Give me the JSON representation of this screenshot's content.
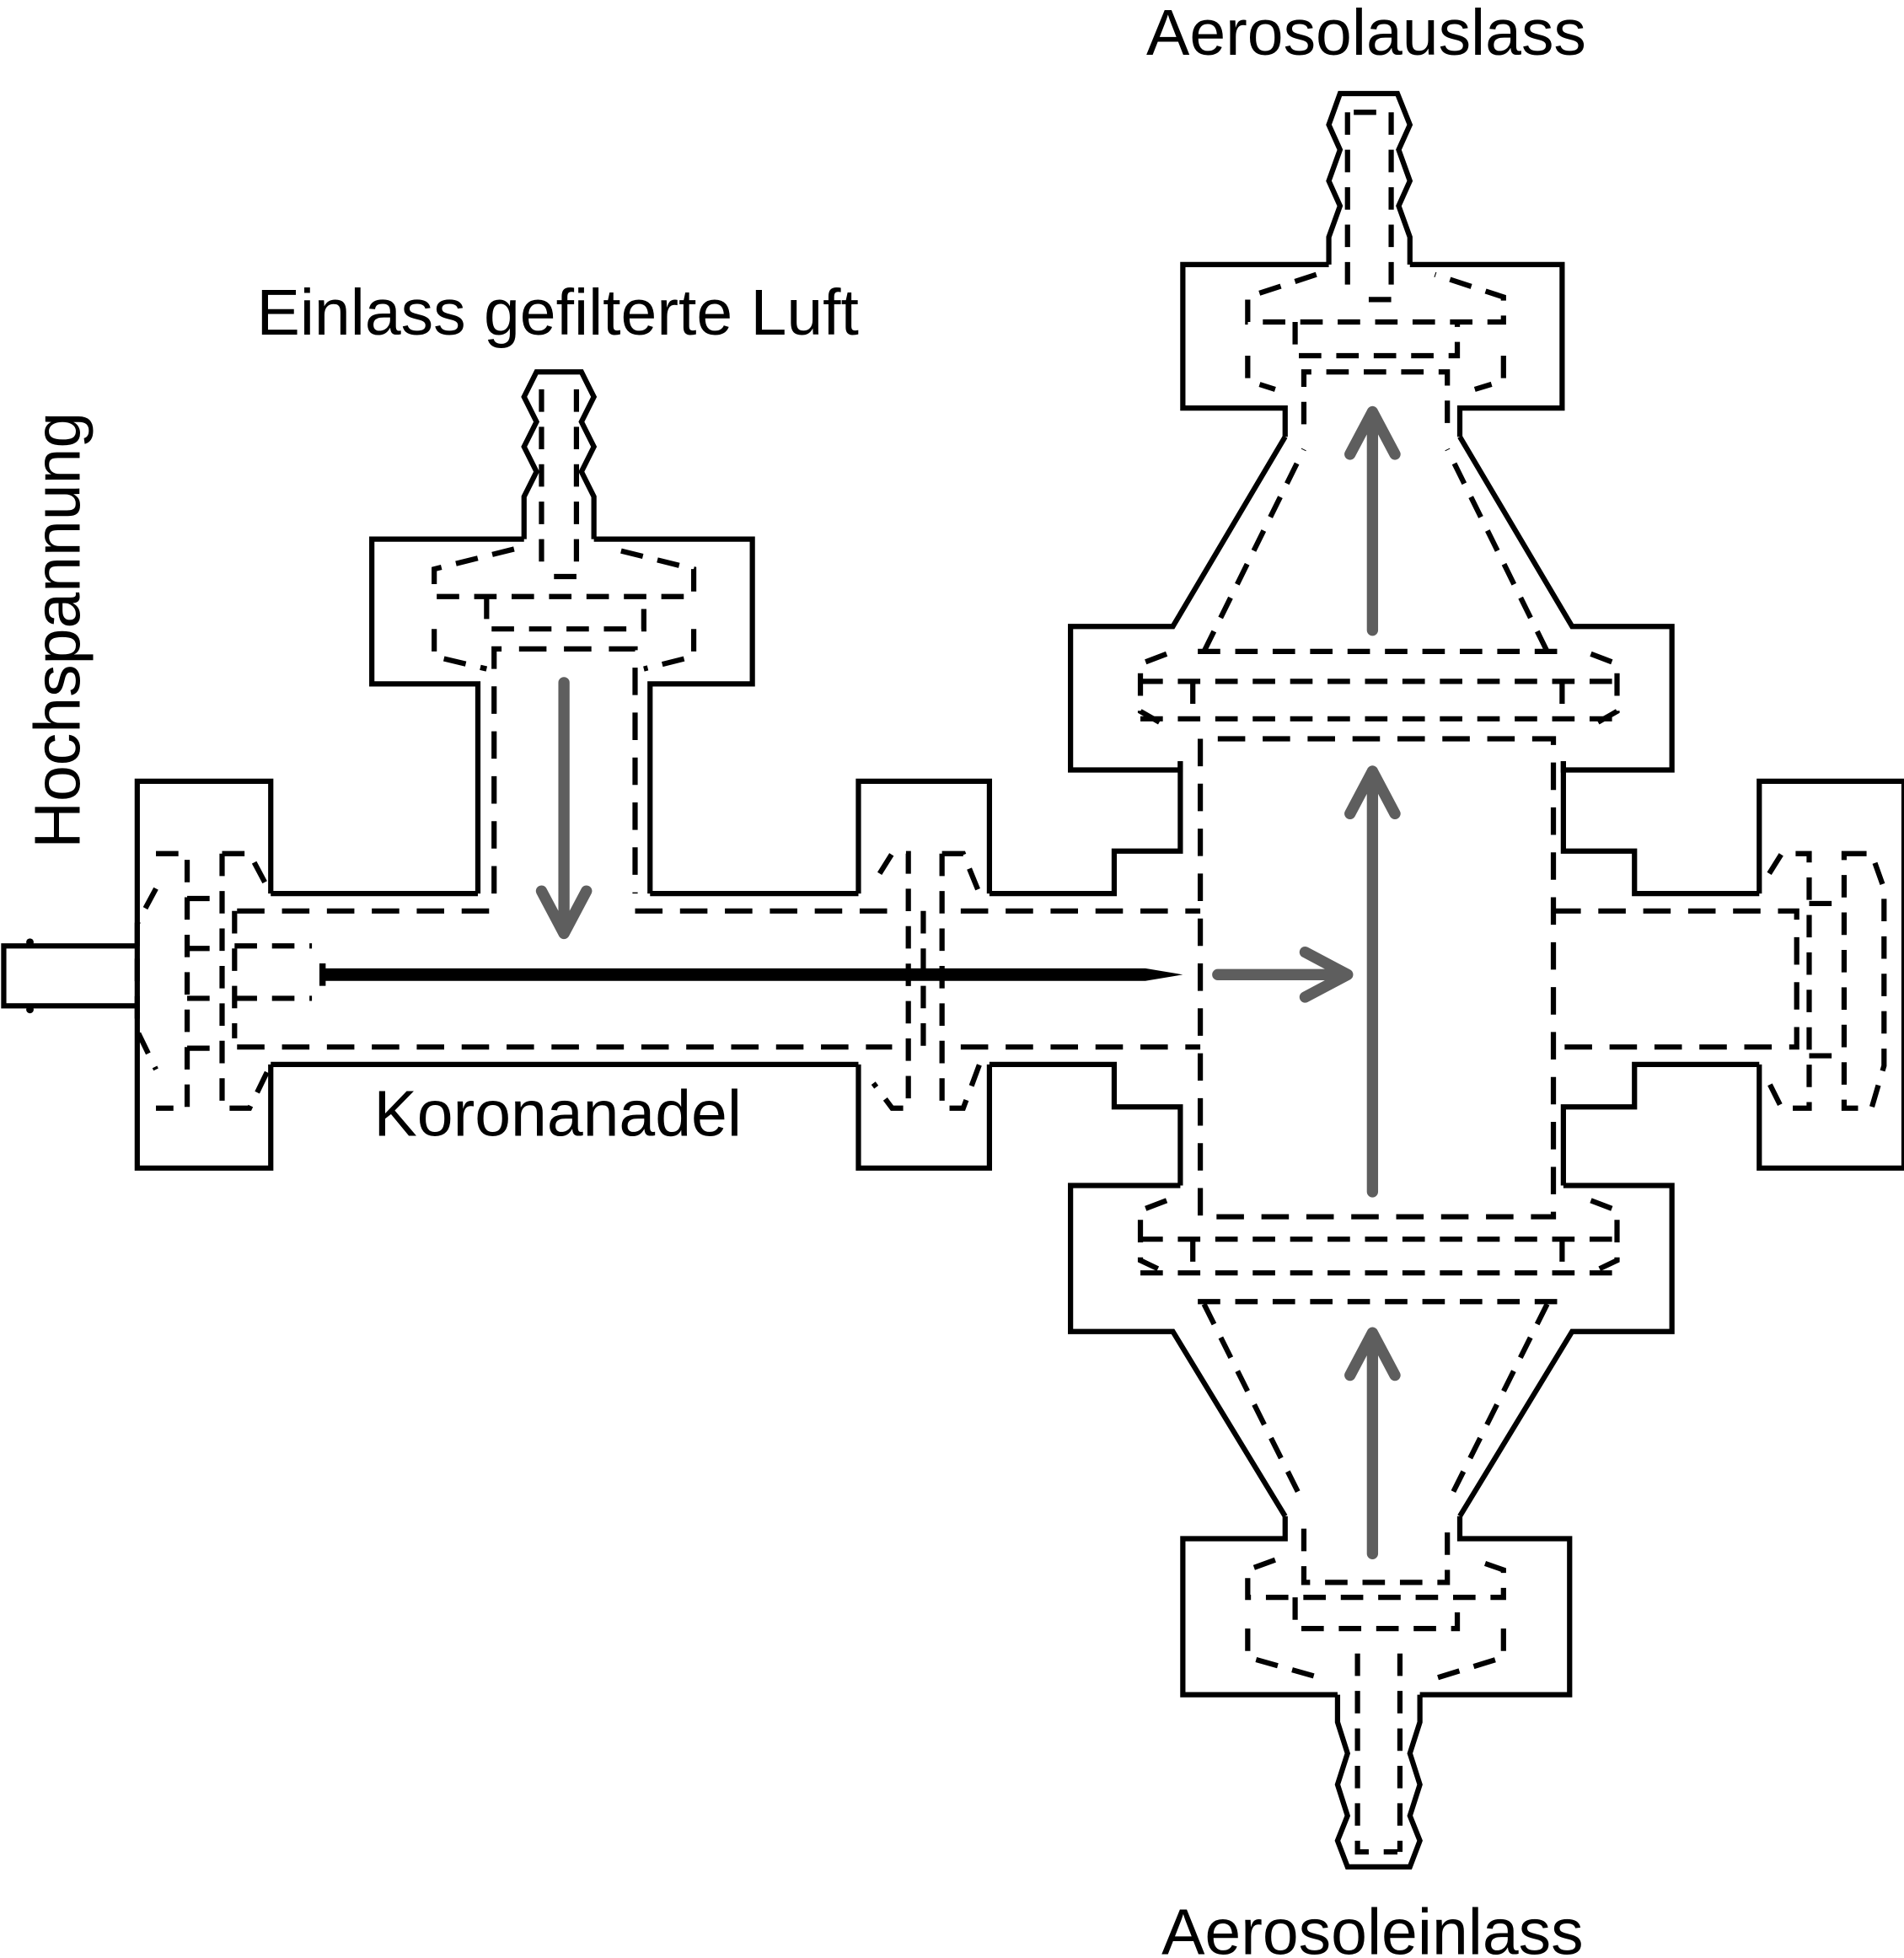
{
  "labels": {
    "aerosol_outlet": "Aerosolauslass",
    "filtered_air_inlet": "Einlass gefilterte Luft",
    "high_voltage": "Hochspannung",
    "corona_needle": "Koronanadel",
    "aerosol_inlet": "Aerosoleinlass"
  },
  "colors": {
    "line": "#000000",
    "flow_arrow": "#5e5e5e",
    "background": "#ffffff"
  },
  "flow_arrows": [
    {
      "name": "filtered-air-flow",
      "direction": "down"
    },
    {
      "name": "ion-flow",
      "direction": "right"
    },
    {
      "name": "chamber-flow",
      "direction": "up"
    },
    {
      "name": "outlet-flow",
      "direction": "up"
    },
    {
      "name": "inlet-flow",
      "direction": "up"
    }
  ]
}
